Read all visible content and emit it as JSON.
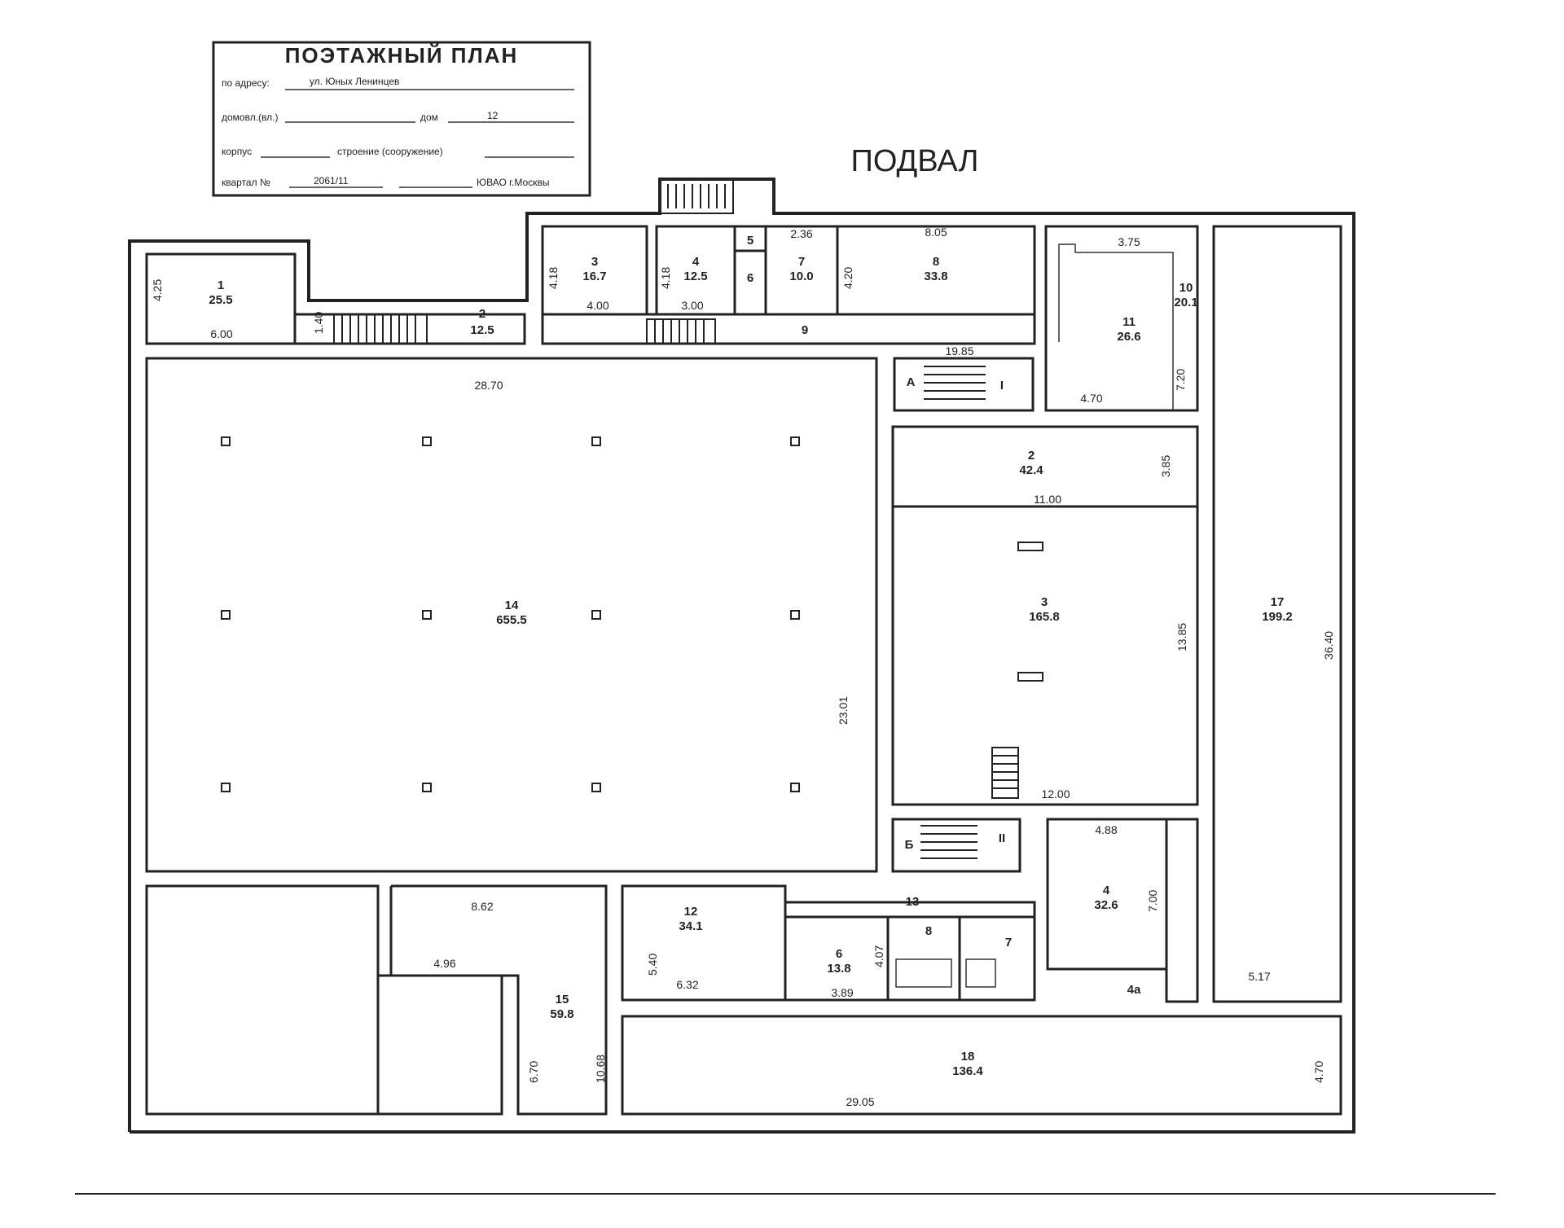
{
  "stamp": {
    "title": "ПОЭТАЖНЫЙ ПЛАН",
    "rows": [
      {
        "label": "по адресу:",
        "value": "ул. Юных Ленинцев"
      },
      {
        "label": "домовл.(вл.)",
        "value": ""
      },
      {
        "label": "дом",
        "value": "12"
      },
      {
        "label": "корпус",
        "value": ""
      },
      {
        "label": "строение (сооружение)",
        "value": ""
      },
      {
        "label": "квартал №",
        "value": "2061/11"
      },
      {
        "label": "",
        "value": "ЮВАО г.Москвы"
      }
    ]
  },
  "floor_title": "ПОДВАЛ",
  "rooms": {
    "r1_top": {
      "num": "1",
      "area": "25.5"
    },
    "r2_top": {
      "num": "2",
      "area": "12.5"
    },
    "r3_top": {
      "num": "3",
      "area": "16.7"
    },
    "r4_top": {
      "num": "4",
      "area": "12.5"
    },
    "r5_top": {
      "num": "5",
      "area": ""
    },
    "r6_top": {
      "num": "6",
      "area": ""
    },
    "r7_top": {
      "num": "7",
      "area": "10.0"
    },
    "r8_top": {
      "num": "8",
      "area": "33.8"
    },
    "r9_top": {
      "num": "9",
      "area": ""
    },
    "r10_top": {
      "num": "10",
      "area": "20.1"
    },
    "r11_top": {
      "num": "11",
      "area": "26.6"
    },
    "r14": {
      "num": "14",
      "area": "655.5"
    },
    "r2_right": {
      "num": "2",
      "area": "42.4"
    },
    "r3_right": {
      "num": "3",
      "area": "165.8"
    },
    "r17": {
      "num": "17",
      "area": "199.2"
    },
    "r4_low": {
      "num": "4",
      "area": "32.6"
    },
    "r4a": {
      "num": "4а",
      "area": ""
    },
    "r12": {
      "num": "12",
      "area": "34.1"
    },
    "r13": {
      "num": "13",
      "area": ""
    },
    "r6_low": {
      "num": "6",
      "area": "13.8"
    },
    "r7_low": {
      "num": "7",
      "area": ""
    },
    "r8_low": {
      "num": "8",
      "area": ""
    },
    "r15": {
      "num": "15",
      "area": "59.8"
    },
    "r18": {
      "num": "18",
      "area": "136.4"
    }
  },
  "stairs": {
    "a": "А",
    "b": "Б",
    "i": "I",
    "ii": "II"
  },
  "dims": {
    "d_425": "4.25",
    "d_600": "6.00",
    "d_140": "1.40",
    "d_418a": "4.18",
    "d_400": "4.00",
    "d_418b": "4.18",
    "d_300": "3.00",
    "d_236": "2.36",
    "d_420": "4.20",
    "d_805": "8.05",
    "d_1985": "19.85",
    "d_376": "3.75",
    "d_470": "4.70",
    "d_720": "7.20",
    "d_2870": "28.70",
    "d_2301": "23.01",
    "d_385": "3.85",
    "d_1100": "11.00",
    "d_1385": "13.85",
    "d_1200": "12.00",
    "d_3640": "36.40",
    "d_488": "4.88",
    "d_700": "7.00",
    "d_517": "5.17",
    "d_862": "8.62",
    "d_496": "4.96",
    "d_670": "6.70",
    "d_1068": "10.68",
    "d_540": "5.40",
    "d_632": "6.32",
    "d_389": "3.89",
    "d_407": "4.07",
    "d_2905": "29.05",
    "d_470b": "4.70"
  }
}
